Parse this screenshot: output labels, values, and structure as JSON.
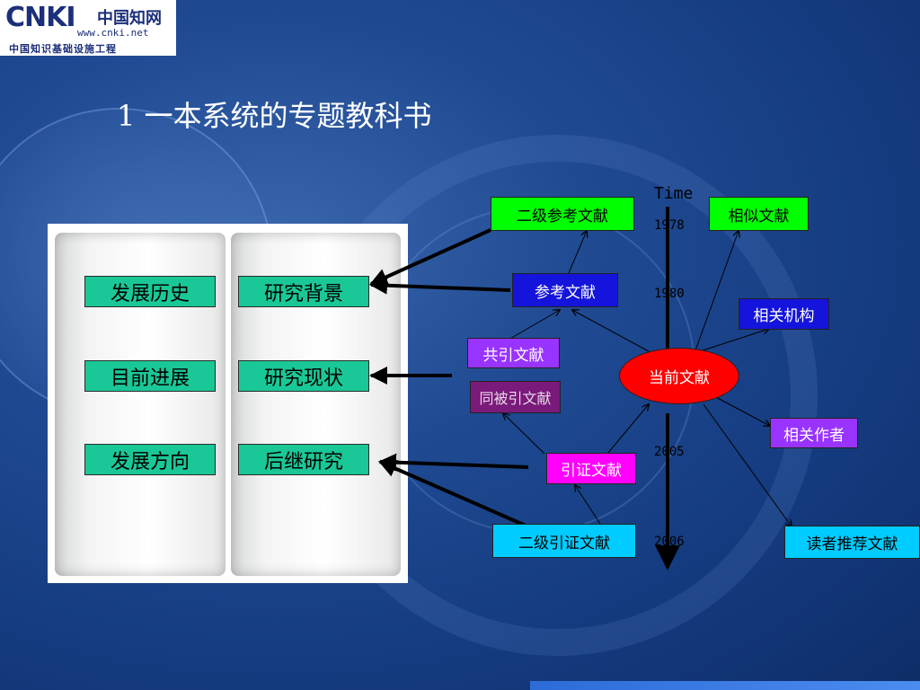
{
  "logo": {
    "brand": "CNKI",
    "brand_cn": "中国知网",
    "url": "www.cnki.net",
    "tagline": "中国知识基础设施工程"
  },
  "slide": {
    "title": "1 一本系统的专题教科书"
  },
  "book": {
    "left_page": [
      "发展历史",
      "目前进展",
      "发展方向"
    ],
    "right_page": [
      "研究背景",
      "研究现状",
      "后继研究"
    ]
  },
  "diagram": {
    "time_label": "Time",
    "years": [
      "1978",
      "1980",
      "2005",
      "2006"
    ],
    "nodes": {
      "secondary_reference": {
        "label": "二级参考文献",
        "color": "#00ff00"
      },
      "reference": {
        "label": "参考文献",
        "color": "#1414dc"
      },
      "co_citation": {
        "label": "共引文献",
        "color": "#9933ff"
      },
      "co_cited": {
        "label": "同被引文献",
        "color": "#7a1a7a"
      },
      "citation": {
        "label": "引证文献",
        "color": "#ff00ff"
      },
      "secondary_citation": {
        "label": "二级引证文献",
        "color": "#00ccff"
      },
      "current": {
        "label": "当前文献",
        "color": "#ff0000"
      },
      "similar": {
        "label": "相似文献",
        "color": "#00ff00"
      },
      "related_institution": {
        "label": "相关机构",
        "color": "#1414dc"
      },
      "related_author": {
        "label": "相关作者",
        "color": "#9933ff"
      },
      "reader_recommended": {
        "label": "读者推荐文献",
        "color": "#00ccff"
      }
    }
  }
}
